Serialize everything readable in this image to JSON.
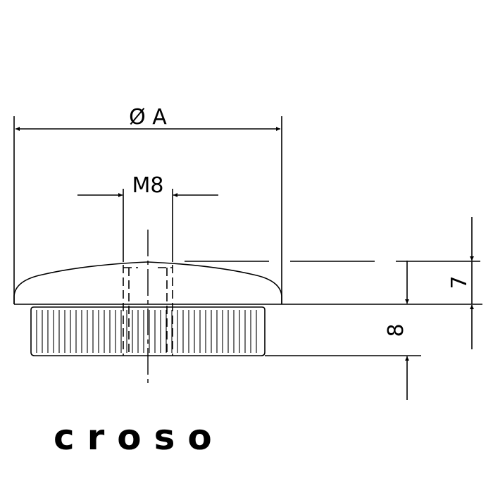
{
  "drawing": {
    "dim_diameter": "Ø A",
    "dim_thread": "M8",
    "dim_cap_height": "7",
    "dim_base_height": "8"
  },
  "brand": {
    "logo_text": "croso"
  }
}
